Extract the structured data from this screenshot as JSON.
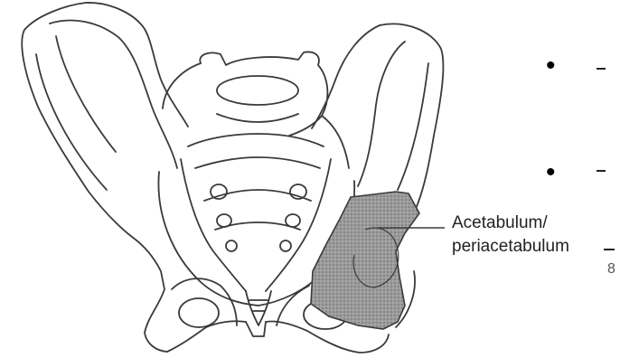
{
  "diagram": {
    "label_line_1": "Acetabulum/",
    "label_line_2": "periacetabulum",
    "highlight_color": "#8a8a8a",
    "line_color": "#3a3a3a",
    "bullet_glyph": "•",
    "cut_off_glyph": "8"
  }
}
